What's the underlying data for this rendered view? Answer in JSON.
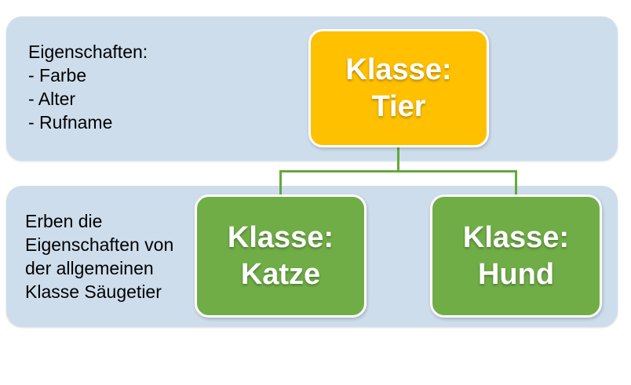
{
  "colors": {
    "panel_bg": "#CEDDEC",
    "panel_text": "#000000",
    "parent_box": "#FFC000",
    "child_box": "#70AD47",
    "connector": "#65A83D",
    "box_text": "#FFFFFF"
  },
  "panels": {
    "top": {
      "lines": [
        "Eigenschaften:",
        "- Farbe",
        "- Alter",
        "- Rufname"
      ]
    },
    "bottom": {
      "lines": [
        "Erben die",
        "Eigenschaften von",
        "der allgemeinen",
        "Klasse Säugetier"
      ]
    }
  },
  "diagram": {
    "parent": {
      "line1": "Klasse:",
      "line2": "Tier"
    },
    "children": [
      {
        "line1": "Klasse:",
        "line2": "Katze"
      },
      {
        "line1": "Klasse:",
        "line2": "Hund"
      }
    ]
  }
}
